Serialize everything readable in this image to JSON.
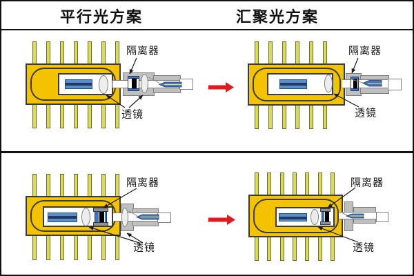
{
  "titles": {
    "left": "平行光方案",
    "right": "汇聚光方案"
  },
  "diagrams": [
    {
      "scheme": "平行光方案",
      "isolator_label": "隔离器",
      "lens_label": "透镜"
    },
    {
      "scheme": "汇聚光方案",
      "isolator_label": "隔离器",
      "lens_label": "透镜"
    },
    {
      "scheme": "平行光方案",
      "isolator_label": "隔离器",
      "lens_label": "透镜"
    },
    {
      "scheme": "汇聚光方案",
      "isolator_label": "隔离器",
      "lens_label": "透镜"
    }
  ],
  "colors": {
    "package_gold": "#F3C300",
    "pin_yellow_green": "#DADB52",
    "chip_blue": "#5B8FCC",
    "fiber_blue": "#4574B8",
    "metal_gray": "#BFBFBF",
    "isolator_core_black": "#000000",
    "arrow_red": "#E3191E",
    "outline_dark": "#3A3A3A"
  }
}
